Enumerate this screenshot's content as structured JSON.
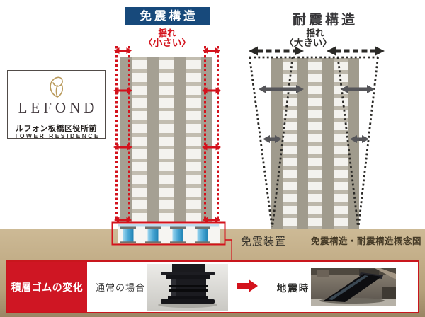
{
  "brand_plate": {
    "name": "LEFOND",
    "subtitle_jp": "ルフォン板橋区役所前",
    "subtitle_en": "TOWER RESIDENCE"
  },
  "isolated_diagram": {
    "title": "免震構造",
    "shake_label": "揺れ",
    "shake_degree": "〈小さい〉"
  },
  "resistant_diagram": {
    "title": "耐震構造",
    "shake_label": "揺れ",
    "shake_degree": "〈大きい〉"
  },
  "callouts": {
    "isolation_device": "免震装置",
    "caption": "免震構造・耐震構造概念図"
  },
  "bottom_panel": {
    "title": "積層ゴムの変化",
    "normal_label": "通常の場合",
    "quake_label": "地震時"
  },
  "colors": {
    "accent_red": "#d3121c",
    "title_navy": "#17497b",
    "panel_red": "#cf1623",
    "ground_tan": "#c3ae88",
    "building_taupe": "#a5a093"
  }
}
